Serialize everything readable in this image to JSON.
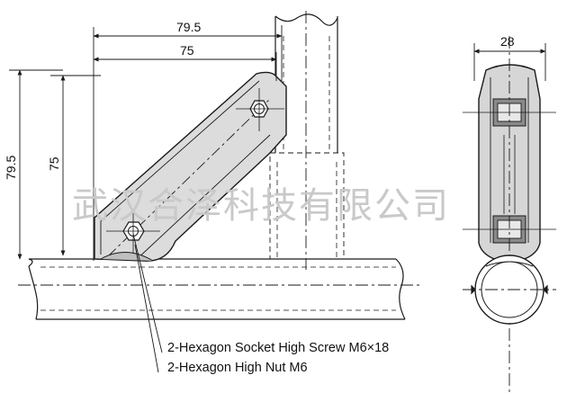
{
  "dimensions": {
    "top_outer": "79.5",
    "top_inner": "75",
    "left_outer": "79.5",
    "left_inner": "75",
    "side_width": "28"
  },
  "callouts": {
    "line1": "2-Hexagon Socket High Screw M6×18",
    "line2": "2-Hexagon High Nut M6"
  },
  "watermark": "武汉合泽科技有限公司",
  "colors": {
    "line": "#1a1a1a",
    "part_fill": "#d9d9d9",
    "part_dark": "#8a8a8a",
    "watermark": "#c9c9c9"
  }
}
